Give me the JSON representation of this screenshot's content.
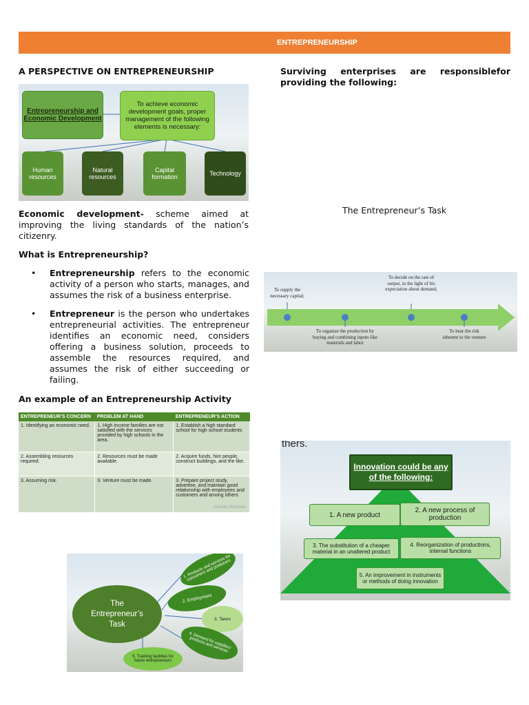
{
  "banner": {
    "title": "ENTREPRENEURSHIP"
  },
  "left": {
    "perspective_heading": "A PERSPECTIVE ON ENTREPRENEURSHIP",
    "diagram": {
      "main_box": "Entrepreneurship and Economic Development",
      "goal_box": "To achieve economic development goals, proper management of the following elements is necessary:",
      "elements": [
        "Human resources",
        "Natural resources",
        "Capital formation",
        "Technology"
      ]
    },
    "econ_dev_term": "Economic development-",
    "econ_dev_def": " scheme aimed at improving the living standards of the nation’s citizenry.",
    "what_heading": "What is Entrepreneurship?",
    "bullets": [
      {
        "term": "Entrepreneurship",
        "text": " refers to the economic activity of a person who starts, manages, and assumes the risk of a business enterprise."
      },
      {
        "term": "Entrepreneur",
        "text": " is the person who undertakes entrepreneurial activities. The entrepreneur identifies an economic need, considers offering a business solution, proceeds to assemble the resources required, and assumes the risk of either succeeding or failing."
      }
    ],
    "example_heading": "An example of an Entrepreneurship Activity",
    "table": {
      "headers": [
        "ENTREPRENEUR’S CONCERN",
        "PROBLEM AT HAND",
        "ENTREPRENEUR’S ACTION"
      ],
      "rows": [
        [
          "1. Identifying an economic need.",
          "1. High income families are not satisfied with the services provided by high schools in the area.",
          "1. Establish a high standard school for high school students"
        ],
        [
          "2. Assembling resources required.",
          "2. Resources must be made available.",
          "2. Acquire funds, hire people, construct buildings, and the like."
        ],
        [
          "3. Assuming risk.",
          "3. Venture must be made.",
          "3. Prepare project study, advertise, and maintain good relationship with employees and customers and among others"
        ]
      ],
      "watermark": "Activate Windows"
    },
    "mindmap": {
      "center": "The Entrepreneur’s Task",
      "nodes": [
        "1. Products and services for consumers and producers",
        "2. Employment",
        "3. Taxes",
        "4. Demand for suppliers’ products and services",
        "5. Training facilities for future entrepreneurs"
      ]
    }
  },
  "right": {
    "surviving_heading": "Surviving enterprises are responsiblefor providing the following:",
    "task_title": "The Entrepreneur’s Task",
    "timeline": {
      "labels": [
        "To supply the necessary capital;",
        "To organize the production by buying and combining inputs like materials and labor",
        "To decide on the rate of output, in the light of his expectation about demand;",
        "To bear the risk inherent to the venture"
      ]
    },
    "cut_text": "thers.",
    "innovation": {
      "title": "Innovation could be any of the following:",
      "items": [
        "1. A new product",
        "2. A new process of production",
        "3. The substitution of a cheaper material in an unaltered product",
        "4. Reorganization of productions, internal functions",
        "5. An improvement in instruments or methods of doing innovation"
      ]
    }
  },
  "colors": {
    "banner": "#ee7f33",
    "green_dark": "#3f6b1f",
    "green_mid": "#5a9334",
    "green_light": "#8fd14f",
    "pyramid": "#1faa3a"
  }
}
